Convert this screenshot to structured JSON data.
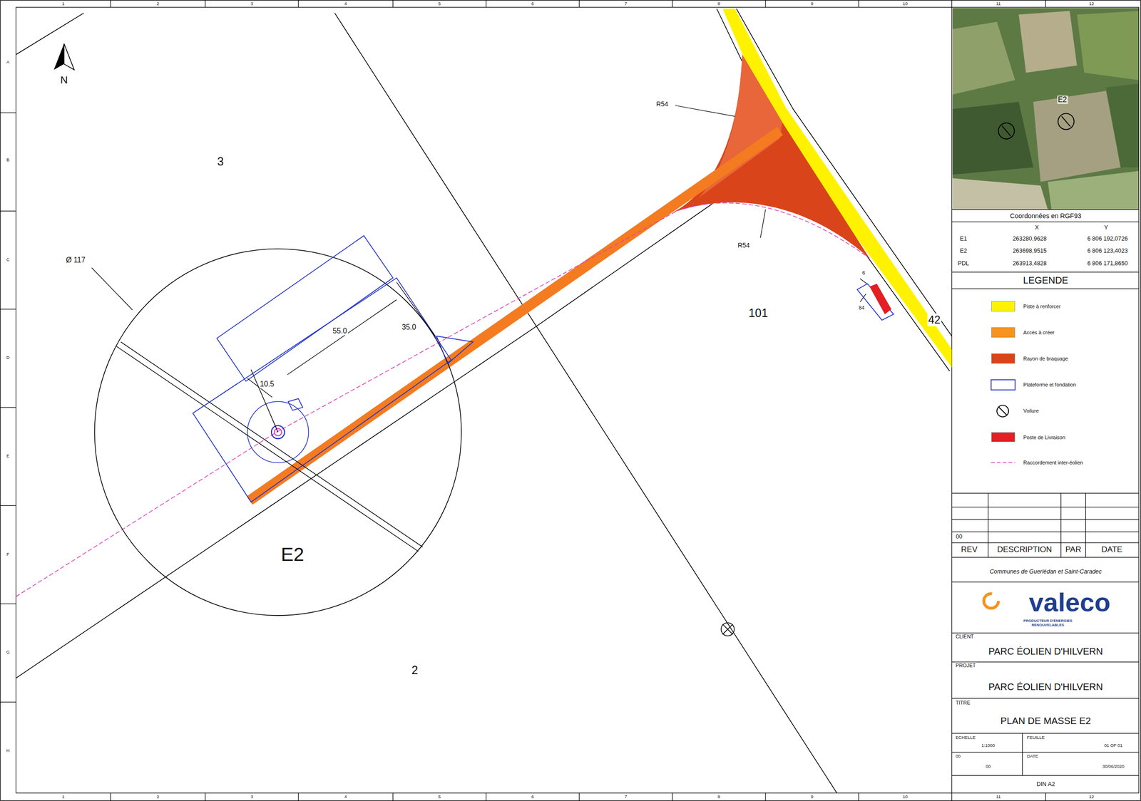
{
  "diagram": {
    "labels": [
      "N",
      "3",
      "101",
      "2",
      "E2",
      "42",
      "Ø 117",
      "55.0",
      "35.0",
      "10.5",
      "R54",
      "R54",
      "6",
      "84",
      "E2",
      "Coordonnées en RGF93",
      "X",
      "Y",
      "E1",
      "263280,9628",
      "6 806 192,0726",
      "E2",
      "263698,9515",
      "6 806 123,4023",
      "PDL",
      "263913,4828",
      "6 806 171,8650",
      "LEGENDE",
      "00",
      "REV",
      "DESCRIPTION",
      "PAR",
      "DATE",
      "Communes de Guerlédan et Saint-Caradec",
      "valeco",
      "PRODUCTEUR D'ÉNERGIES RENOUVELABLES",
      "CLIENT",
      "PARC ÉOLIEN D'HILVERN",
      "PROJET",
      "PARC ÉOLIEN D'HILVERN",
      "TITRE",
      "PLAN DE MASSE E2",
      "ECHELLE",
      "1:1000",
      "FEUILLE",
      "01 OF 01",
      "00",
      "00",
      "DATE",
      "30/06/2020",
      "DIN A2",
      "1",
      "2",
      "3",
      "4",
      "5",
      "6",
      "7",
      "8",
      "9",
      "10",
      "11",
      "12",
      "1",
      "2",
      "3",
      "4",
      "5",
      "6",
      "7",
      "8",
      "9",
      "10",
      "11",
      "12",
      "A",
      "B",
      "C",
      "D",
      "E",
      "F",
      "G",
      "H"
    ],
    "legend": [
      {
        "text": "Piste à renforcer",
        "color": "#fff200"
      },
      {
        "text": "Accès à créer",
        "color": "#f7931e"
      },
      {
        "text": "Rayon de braquage",
        "color": "#d9441a"
      },
      {
        "text": "Plateforme et fondation"
      },
      {
        "text": "Voilure"
      },
      {
        "text": "Poste de Livraison",
        "color": "#e31e24"
      },
      {
        "text": "Raccordement inter-éolien"
      }
    ]
  }
}
